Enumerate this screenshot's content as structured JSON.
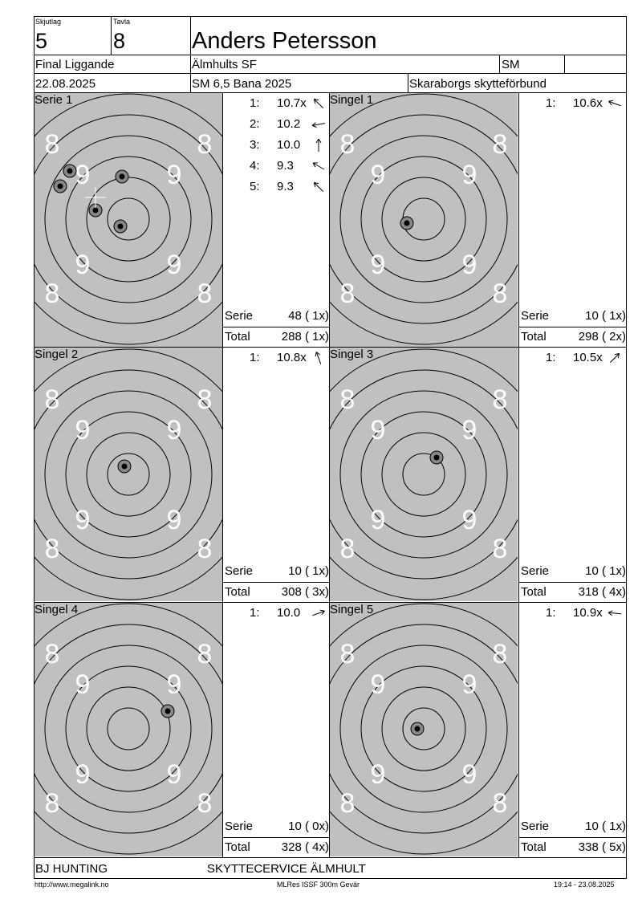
{
  "header": {
    "skjutlag_label": "Skjutlag",
    "skjutlag": "5",
    "tavla_label": "Tavla",
    "tavla": "8",
    "name": "Anders Petersson",
    "class": "Final Liggande",
    "club": "Älmhults SF",
    "competition_tag": "SM",
    "date": "22.08.2025",
    "event": "SM 6,5 Bana 2025",
    "federation": "Skaraborgs skytteförbund"
  },
  "target_numbers": {
    "outer": "8",
    "inner": "9"
  },
  "panels": [
    {
      "title": "Serie 1",
      "shots": [
        {
          "n": "1:",
          "v": "10.7x",
          "dir": 225
        },
        {
          "n": "2:",
          "v": "10.2",
          "dir": 170
        },
        {
          "n": "3:",
          "v": "10.0",
          "dir": 270
        },
        {
          "n": "4:",
          "v": "9.3",
          "dir": 210
        },
        {
          "n": "5:",
          "v": "9.3",
          "dir": 225
        }
      ],
      "hits": [
        [
          150,
          282
        ],
        [
          119,
          262
        ],
        [
          152,
          220
        ],
        [
          87,
          213
        ],
        [
          75,
          232
        ]
      ],
      "serie_label": "Serie",
      "serie_value": "48 ( 1x)",
      "total_label": "Total",
      "total_value": "288 ( 1x)"
    },
    {
      "title": "Singel 1",
      "shots": [
        {
          "n": "1:",
          "v": "10.6x",
          "dir": 200
        }
      ],
      "hits": [
        [
          96,
          278
        ]
      ],
      "serie_label": "Serie",
      "serie_value": "10 ( 1x)",
      "total_label": "Total",
      "total_value": "298 ( 2x)"
    },
    {
      "title": "Singel 2",
      "shots": [
        {
          "n": "1:",
          "v": "10.8x",
          "dir": 250
        }
      ],
      "hits": [
        [
          155,
          581
        ]
      ],
      "serie_label": "Serie",
      "serie_value": "10 ( 1x)",
      "total_label": "Total",
      "total_value": "308 ( 3x)"
    },
    {
      "title": "Singel 3",
      "shots": [
        {
          "n": "1:",
          "v": "10.5x",
          "dir": 315
        }
      ],
      "hits": [
        [
          133,
          570
        ]
      ],
      "serie_label": "Serie",
      "serie_value": "10 ( 1x)",
      "total_label": "Total",
      "total_value": "318 ( 4x)"
    },
    {
      "title": "Singel 4",
      "shots": [
        {
          "n": "1:",
          "v": "10.0",
          "dir": 340
        }
      ],
      "hits": [
        [
          209,
          886
        ]
      ],
      "serie_label": "Serie",
      "serie_value": "10 ( 0x)",
      "total_label": "Total",
      "total_value": "328 ( 4x)"
    },
    {
      "title": "Singel 5",
      "shots": [
        {
          "n": "1:",
          "v": "10.9x",
          "dir": 185
        }
      ],
      "hits": [
        [
          109,
          908
        ]
      ],
      "serie_label": "Serie",
      "serie_value": "10 ( 1x)",
      "total_label": "Total",
      "total_value": "338 ( 5x)"
    }
  ],
  "footer": {
    "sponsor1": "BJ HUNTING",
    "sponsor2": "SKYTTECERVICE ÄLMHULT",
    "url": "http://www.megalink.no",
    "software": "MLRes ISSF 300m Gevär",
    "timestamp": "19:14 - 23.08.2025"
  },
  "colors": {
    "target_bg": "#c0c0c0",
    "ring": "#000000",
    "numbers": "#ffffff"
  }
}
